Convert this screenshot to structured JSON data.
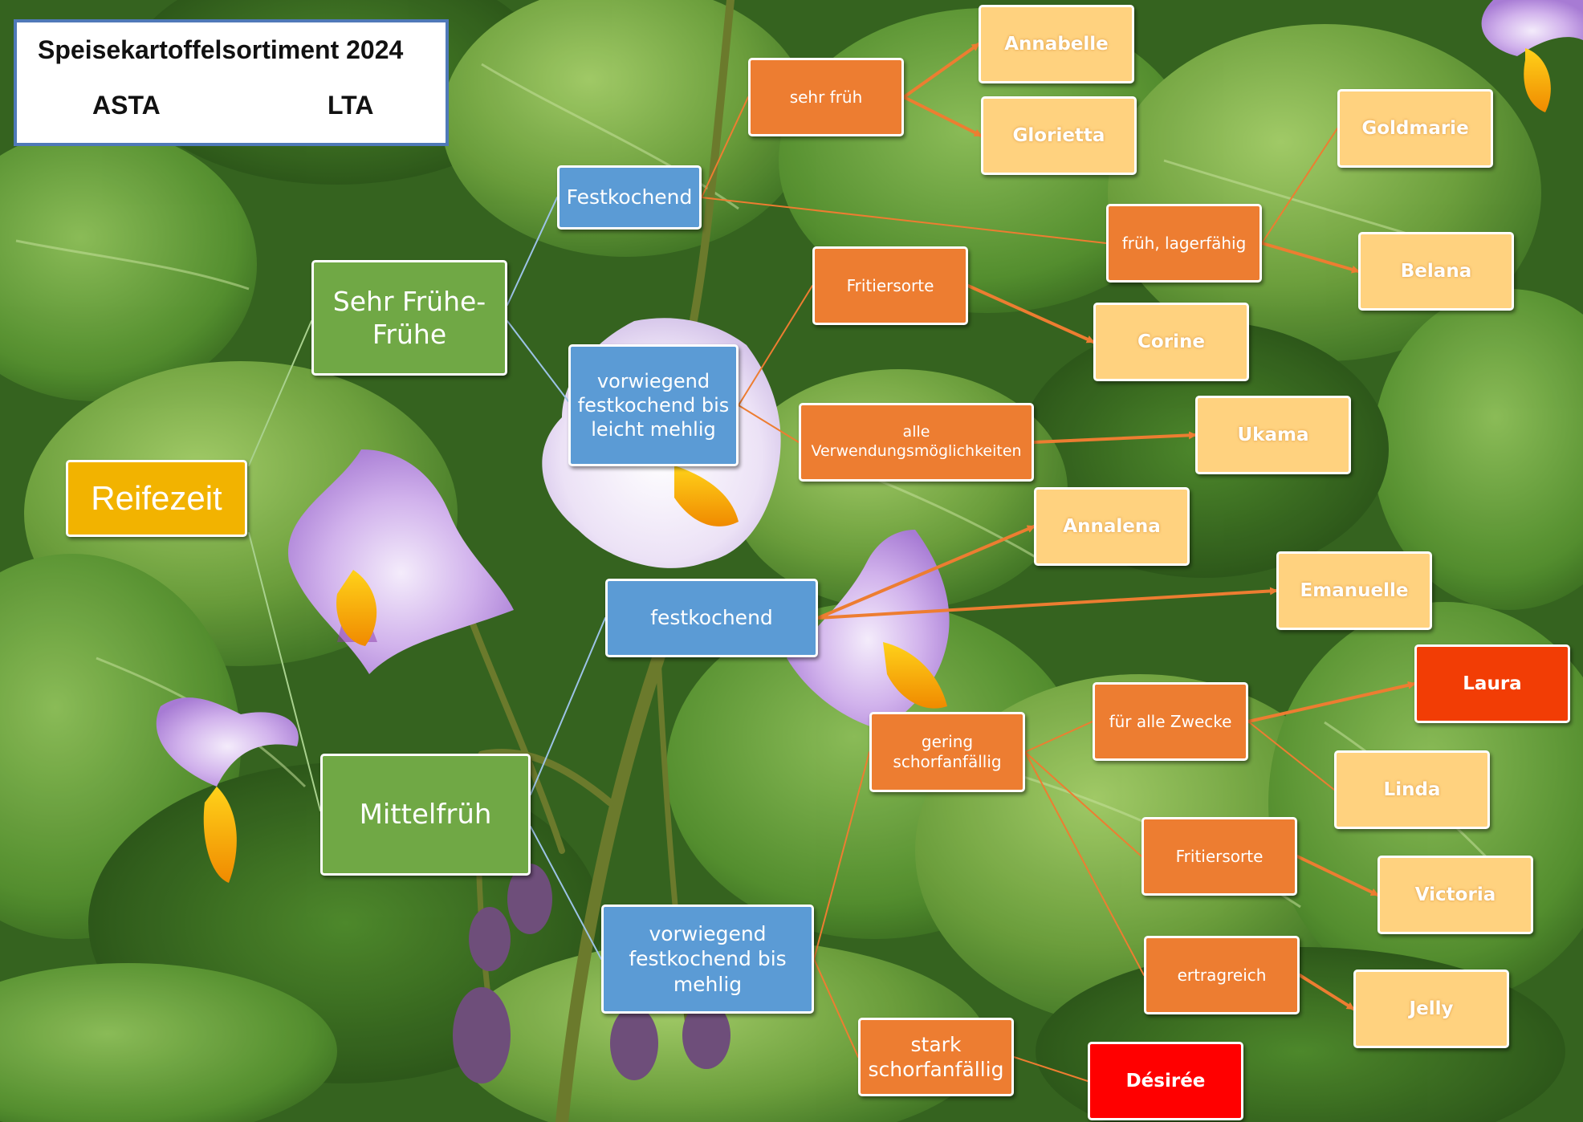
{
  "header": {
    "title": "Speisekartoffelsortiment 2024",
    "col_left": "ASTA",
    "col_right": "LTA"
  },
  "root": {
    "label": "Reifezeit"
  },
  "maturity": {
    "early": "Sehr Frühe-\nFrühe",
    "mid": "Mittelfrüh"
  },
  "cooking": {
    "early_firm": "Festkochend",
    "early_mostly": "vorwiegend\nfestkochend bis\nleicht mehlig",
    "mid_firm": "festkochend",
    "mid_mostly": "vorwiegend\nfestkochend bis\nmehlig"
  },
  "traits": {
    "very_early": "sehr früh",
    "early_storable": "früh, lagerfähig",
    "frying_1": "Fritiersorte",
    "all_uses": "alle\nVerwendungsmöglichkeiten",
    "low_scab": "gering\nschorfanfällig",
    "all_purposes": "für alle Zwecke",
    "frying_2": "Fritiersorte",
    "high_yield": "ertragreich",
    "high_scab": "stark\nschorfanfällig"
  },
  "varieties": {
    "annabelle": "Annabelle",
    "glorietta": "Glorietta",
    "goldmarie": "Goldmarie",
    "belana": "Belana",
    "corine": "Corine",
    "ukama": "Ukama",
    "annalena": "Annalena",
    "emanuelle": "Emanuelle",
    "laura": "Laura",
    "linda": "Linda",
    "victoria": "Victoria",
    "jelly": "Jelly",
    "desiree": "Désirée"
  },
  "colors": {
    "cooking_type": "#5b9bd5",
    "maturity": "#70a845",
    "root": "#f2b300",
    "trait": "#ed7d31",
    "variety": "#ffd27f",
    "variety_highlight_1": "#f23d05",
    "variety_highlight_2": "#ff0000",
    "connector": "#ed7d31",
    "connector_blue": "#9cc3e6",
    "connector_green": "#a9d18e"
  }
}
